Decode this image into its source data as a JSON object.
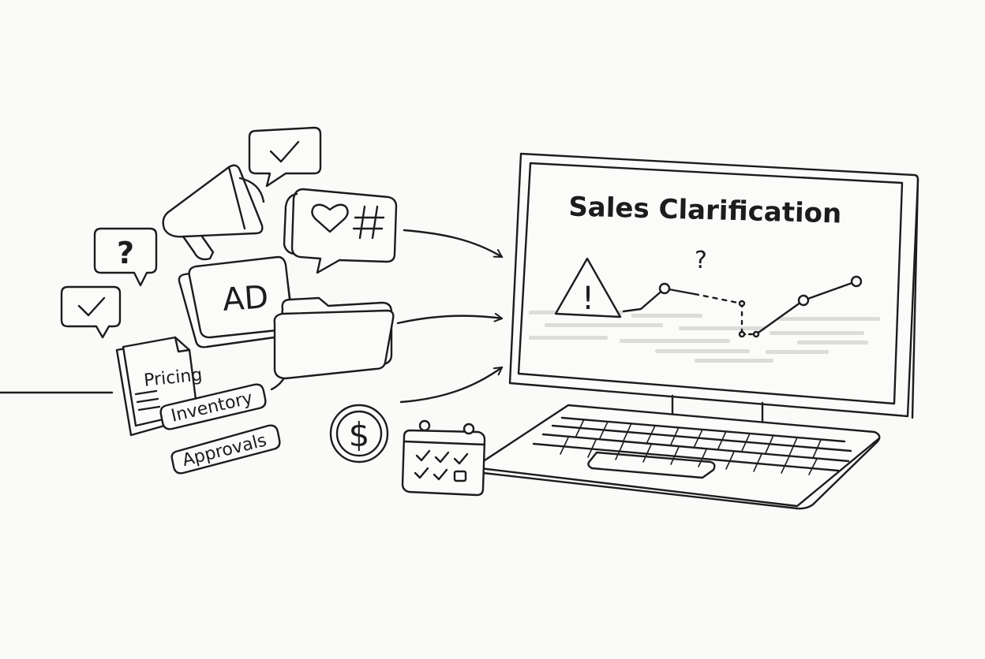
{
  "screen": {
    "title": "Sales Clarification",
    "question_mark": "?",
    "alert_glyph": "!"
  },
  "bubbles": {
    "question": "?",
    "check": "✓",
    "hash": "#"
  },
  "cards": {
    "ad_label": "AD"
  },
  "tags": {
    "pricing": "Pricing",
    "inventory": "Inventory",
    "approvals": "Approvals"
  },
  "coin": {
    "symbol": "$"
  }
}
